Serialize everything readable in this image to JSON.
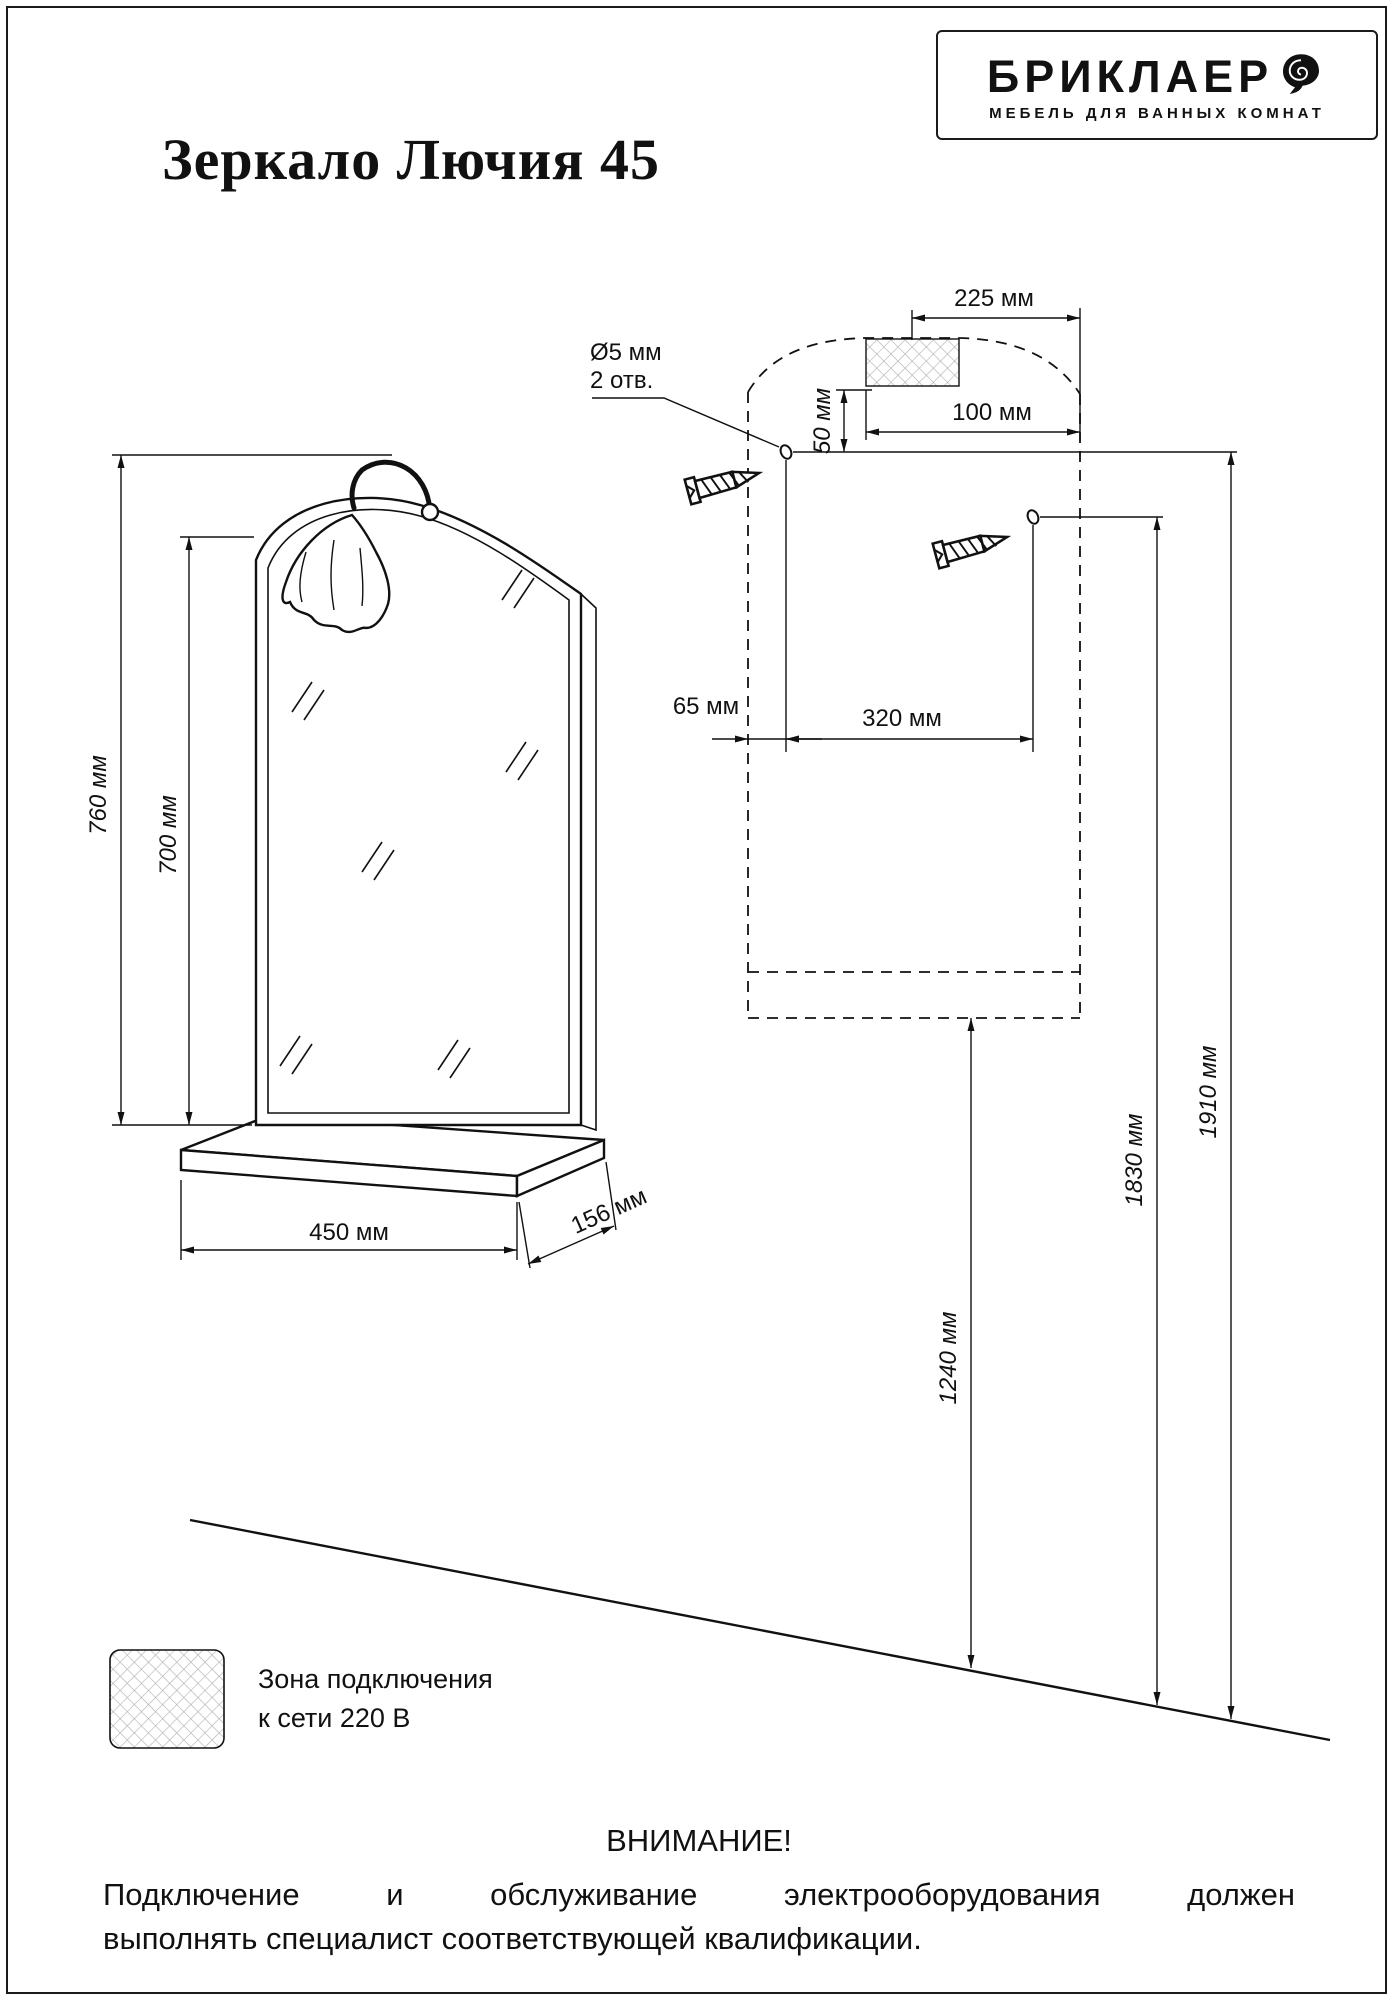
{
  "header": {
    "title": "Зеркало Лючия 45",
    "brand": "БРИКЛАЕР",
    "tagline": "МЕБЕЛЬ ДЛЯ ВАННЫХ КОМНАТ"
  },
  "dims": {
    "d760": "760 мм",
    "d700": "700 мм",
    "d450": "450 мм",
    "d156": "156 мм",
    "d225": "225 мм",
    "d100": "100 мм",
    "d50": "50 мм",
    "hole_d": "Ø5 мм",
    "hole_n": "2 отв.",
    "d65": "65 мм",
    "d320": "320 мм",
    "d1240": "1240 мм",
    "d1830": "1830 мм",
    "d1910": "1910 мм"
  },
  "legend": {
    "line1": "Зона подключения",
    "line2": "к сети 220 В"
  },
  "warning": {
    "heading": "ВНИМАНИЕ!",
    "line1": "Подключение и обслуживание электрооборудования должен",
    "line2": "выполнять специалист соответствующей квалификации."
  },
  "colors": {
    "ink": "#1a1a1a",
    "paper": "#ffffff",
    "hatch": "#b0b0b0"
  }
}
